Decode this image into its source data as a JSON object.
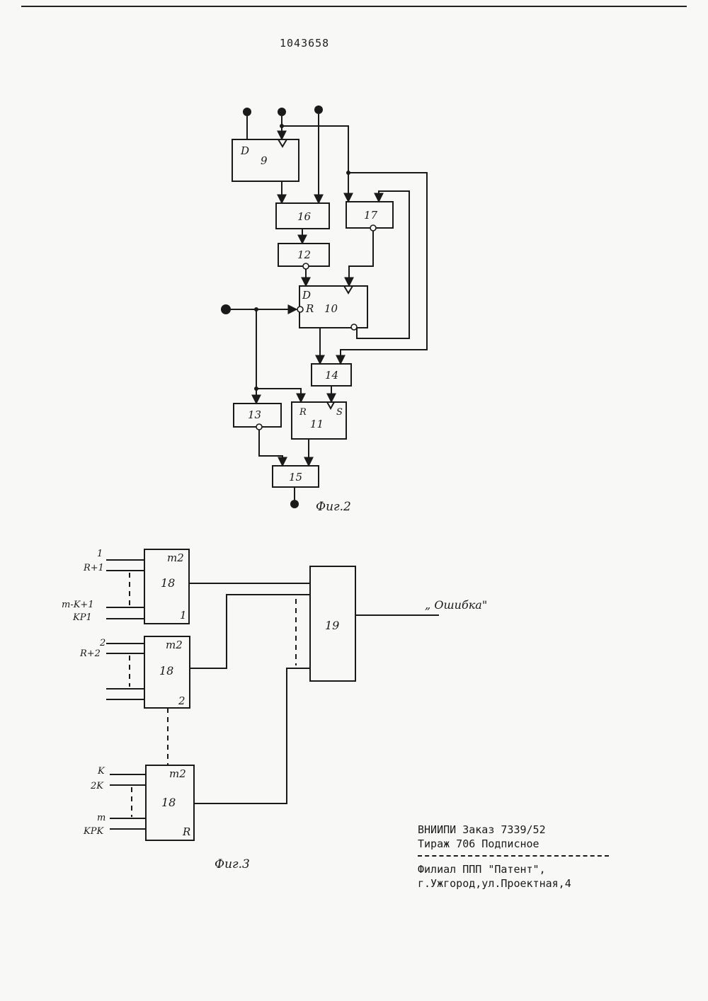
{
  "patent_number": "1043658",
  "fig2": {
    "caption": "Фиг.2",
    "block_9": "9",
    "block_9_input": "D",
    "block_10": "10",
    "block_10_d": "D",
    "block_10_r": "R",
    "block_11": "11",
    "block_11_r": "R",
    "block_11_s": "S",
    "block_12": "12",
    "block_13": "13",
    "block_14": "14",
    "block_15": "15",
    "block_16": "16",
    "block_17": "17"
  },
  "fig3": {
    "caption": "Фиг.3",
    "output_label": "„ Ошибка\"",
    "block_19": "19",
    "units": [
      {
        "name": "18",
        "op": "m2",
        "index": "1",
        "inputs": [
          "1",
          "R+1",
          "m-K+1",
          "KP1"
        ]
      },
      {
        "name": "18",
        "op": "m2",
        "index": "2",
        "inputs": [
          "2",
          "R+2"
        ]
      },
      {
        "name": "18",
        "op": "m2",
        "index": "R",
        "inputs": [
          "K",
          "2K",
          "m",
          "KPK"
        ]
      }
    ]
  },
  "imprint": {
    "line1": "ВНИИПИ Заказ 7339/52",
    "line2": "Тираж 706 Подписное",
    "line3": "Филиал ППП \"Патент\",",
    "line4": "г.Ужгород,ул.Проектная,4"
  }
}
